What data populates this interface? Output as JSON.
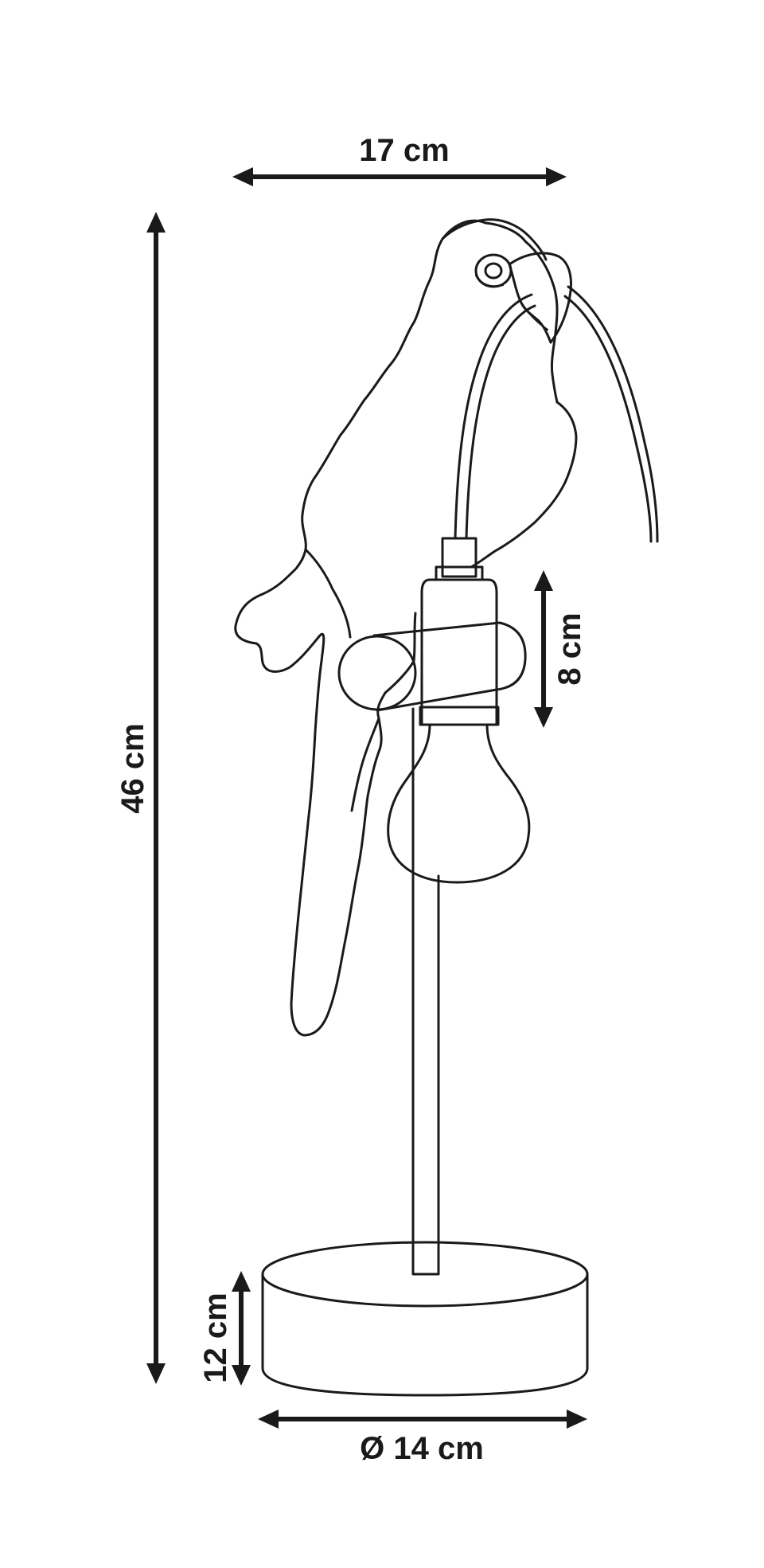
{
  "dimensions": {
    "width_top": "17 cm",
    "height_total": "46 cm",
    "socket_height": "8 cm",
    "base_height": "12 cm",
    "base_diameter": "Ø 14 cm"
  },
  "colors": {
    "line": "#1a1a1a",
    "background": "#ffffff"
  }
}
